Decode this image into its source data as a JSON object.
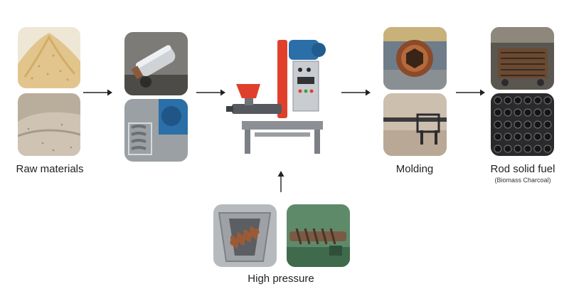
{
  "labels": {
    "raw_materials": "Raw materials",
    "molding": "Molding",
    "rod_fuel": "Rod solid fuel",
    "rod_fuel_sub": "(Biomass Charcoal)",
    "high_pressure": "High pressure"
  },
  "colors": {
    "sawdust": "#e2c58c",
    "sand": "#c2b6a6",
    "machine_red": "#e0402b",
    "machine_blue": "#2b6fa8",
    "machine_frame": "#8c8f94",
    "charcoal": "#2a2a2c",
    "arrow": "#222222"
  }
}
